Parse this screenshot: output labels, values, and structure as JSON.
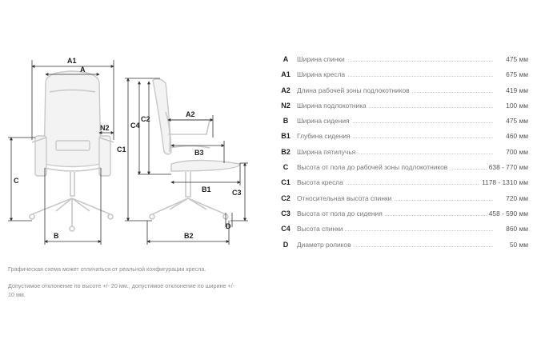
{
  "diagram_labels": {
    "a1": "A1",
    "a": "A",
    "n2": "N2",
    "c": "C",
    "b": "B",
    "c4": "C4",
    "c2": "C2",
    "c1": "C1",
    "a2": "A2",
    "b3": "B3",
    "b1": "B1",
    "c3": "C3",
    "b2": "B2",
    "d": "D"
  },
  "specs": [
    {
      "code": "A",
      "label": "Ширина спинки",
      "value": "475 мм"
    },
    {
      "code": "A1",
      "label": "Ширина кресла",
      "value": "675 мм"
    },
    {
      "code": "A2",
      "label": "Длина рабочей зоны подлокотников",
      "value": "419 мм"
    },
    {
      "code": "N2",
      "label": "Ширина подлокотника",
      "value": "100 мм"
    },
    {
      "code": "B",
      "label": "Ширина сидения",
      "value": "475 мм"
    },
    {
      "code": "B1",
      "label": "Глубина сидения",
      "value": "460 мм"
    },
    {
      "code": "B2",
      "label": "Ширина пятилучья",
      "value": "700 мм"
    },
    {
      "code": "C",
      "label": "Высота от пола до рабочей зоны подлокотников",
      "value": "638 - 770 мм"
    },
    {
      "code": "C1",
      "label": "Высота кресла",
      "value": "1178 - 1310 мм"
    },
    {
      "code": "C2",
      "label": "Относительная высота спинки",
      "value": "720 мм"
    },
    {
      "code": "C3",
      "label": "Высота от пола до сидения",
      "value": "458 - 590 мм"
    },
    {
      "code": "C4",
      "label": "Высота спинки",
      "value": "860 мм"
    },
    {
      "code": "D",
      "label": "Диаметр роликов",
      "value": "50 мм"
    }
  ],
  "notes": {
    "note1": "Графическая схема может отличаться от реальной конфигурации кресла.",
    "note2_line1": "Допустимое отклонение по высоте +/- 20 мм., допустимое отклонение по ширине +/-",
    "note2_line2": "10 мм."
  }
}
